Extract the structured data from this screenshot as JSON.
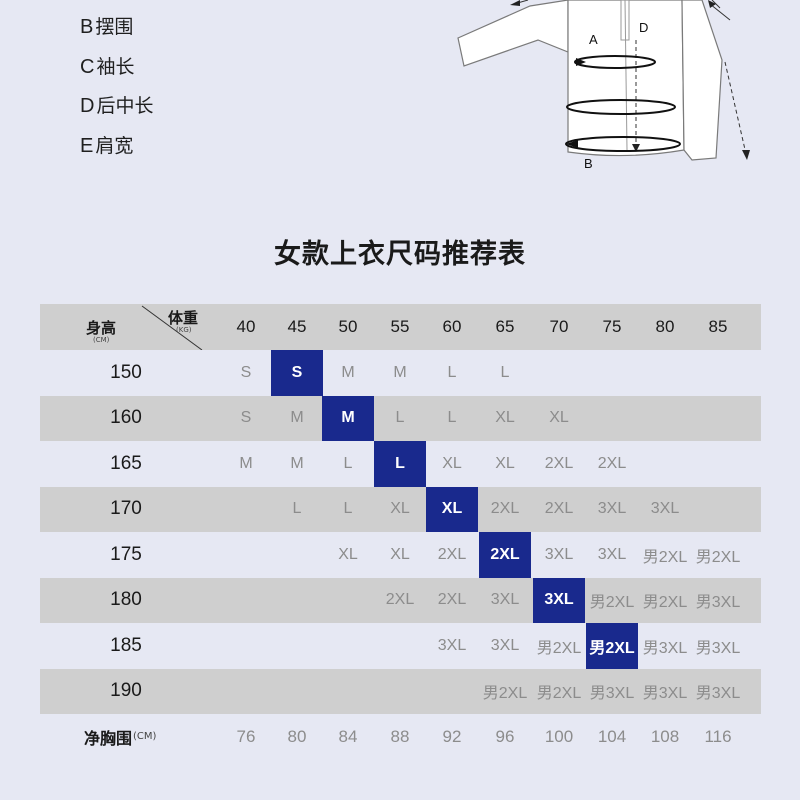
{
  "legend": [
    {
      "key": "B",
      "label": "摆围"
    },
    {
      "key": "C",
      "label": "袖长"
    },
    {
      "key": "D",
      "label": "后中长"
    },
    {
      "key": "E",
      "label": "肩宽"
    }
  ],
  "diagram": {
    "label_a": "A",
    "label_b": "B",
    "label_d": "D"
  },
  "title": "女款上衣尺码推荐表",
  "table": {
    "corner": {
      "height_label": "身高",
      "height_unit": "(CM)",
      "weight_label": "体重",
      "weight_unit": "(KG)"
    },
    "weights": [
      "40",
      "45",
      "50",
      "55",
      "60",
      "65",
      "70",
      "75",
      "80",
      "85"
    ],
    "rows": [
      {
        "height": "150",
        "shaded": false,
        "highlight": 1,
        "cells": [
          "S",
          "S",
          "M",
          "M",
          "L",
          "L",
          "",
          "",
          "",
          ""
        ]
      },
      {
        "height": "160",
        "shaded": true,
        "highlight": 2,
        "cells": [
          "S",
          "M",
          "M",
          "L",
          "L",
          "XL",
          "XL",
          "",
          "",
          ""
        ]
      },
      {
        "height": "165",
        "shaded": false,
        "highlight": 3,
        "cells": [
          "M",
          "M",
          "L",
          "L",
          "XL",
          "XL",
          "2XL",
          "2XL",
          "",
          ""
        ]
      },
      {
        "height": "170",
        "shaded": true,
        "highlight": 4,
        "cells": [
          "",
          "L",
          "L",
          "XL",
          "XL",
          "2XL",
          "2XL",
          "3XL",
          "3XL",
          ""
        ]
      },
      {
        "height": "175",
        "shaded": false,
        "highlight": 5,
        "cells": [
          "",
          "",
          "XL",
          "XL",
          "2XL",
          "2XL",
          "3XL",
          "3XL",
          "男2XL",
          "男2XL"
        ]
      },
      {
        "height": "180",
        "shaded": true,
        "highlight": 6,
        "cells": [
          "",
          "",
          "",
          "2XL",
          "2XL",
          "3XL",
          "3XL",
          "男2XL",
          "男2XL",
          "男3XL"
        ]
      },
      {
        "height": "185",
        "shaded": false,
        "highlight": 7,
        "cells": [
          "",
          "",
          "",
          "",
          "3XL",
          "3XL",
          "男2XL",
          "男2XL",
          "男3XL",
          "男3XL"
        ]
      },
      {
        "height": "190",
        "shaded": true,
        "highlight": -1,
        "cells": [
          "",
          "",
          "",
          "",
          "",
          "男2XL",
          "男2XL",
          "男3XL",
          "男3XL",
          "男3XL"
        ]
      }
    ],
    "chest_label": "净胸围",
    "chest_unit": "(CM)",
    "chest": [
      "76",
      "80",
      "84",
      "88",
      "92",
      "96",
      "100",
      "104",
      "108",
      "116"
    ]
  },
  "colors": {
    "background": "#e6e8f3",
    "row_shade": "#cfcfcf",
    "highlight": "#19298d"
  }
}
